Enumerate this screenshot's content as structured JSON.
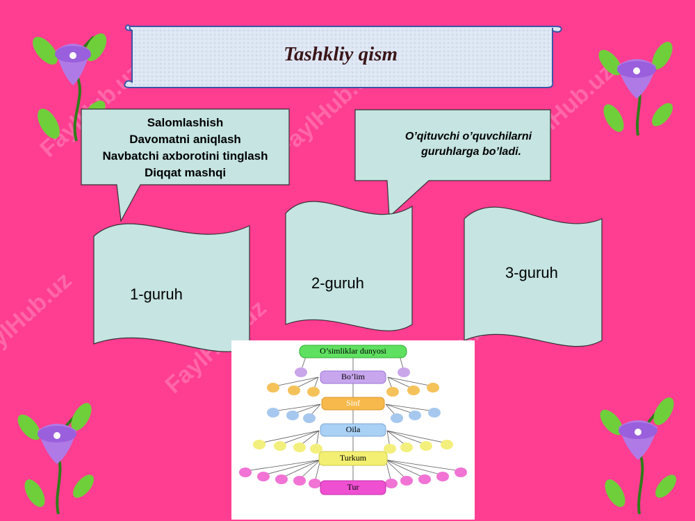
{
  "title": "Tashkliy qism",
  "callout_left": {
    "lines": [
      "Salomlashish",
      "Davomatni aniqlash",
      "Navbatchi axborotini tinglash",
      "Diqqat mashqi"
    ]
  },
  "callout_right": {
    "lines": [
      "O’qituvchi o’quvchilarni",
      "guruhlarga bo’ladi."
    ]
  },
  "groups": [
    "1-guruh",
    "2-guruh",
    "3-guruh"
  ],
  "taxonomy": {
    "levels": [
      "O’simliklar dunyosi",
      "Bo’lim",
      "Sinf",
      "Oila",
      "Turkum",
      "Tur"
    ]
  },
  "watermark": "FaylHub.uz",
  "colors": {
    "background": "#ff3d91",
    "box_fill": "#c5e4e2",
    "scroll_fill": "#dde6f3",
    "title_color": "#3a1518"
  }
}
